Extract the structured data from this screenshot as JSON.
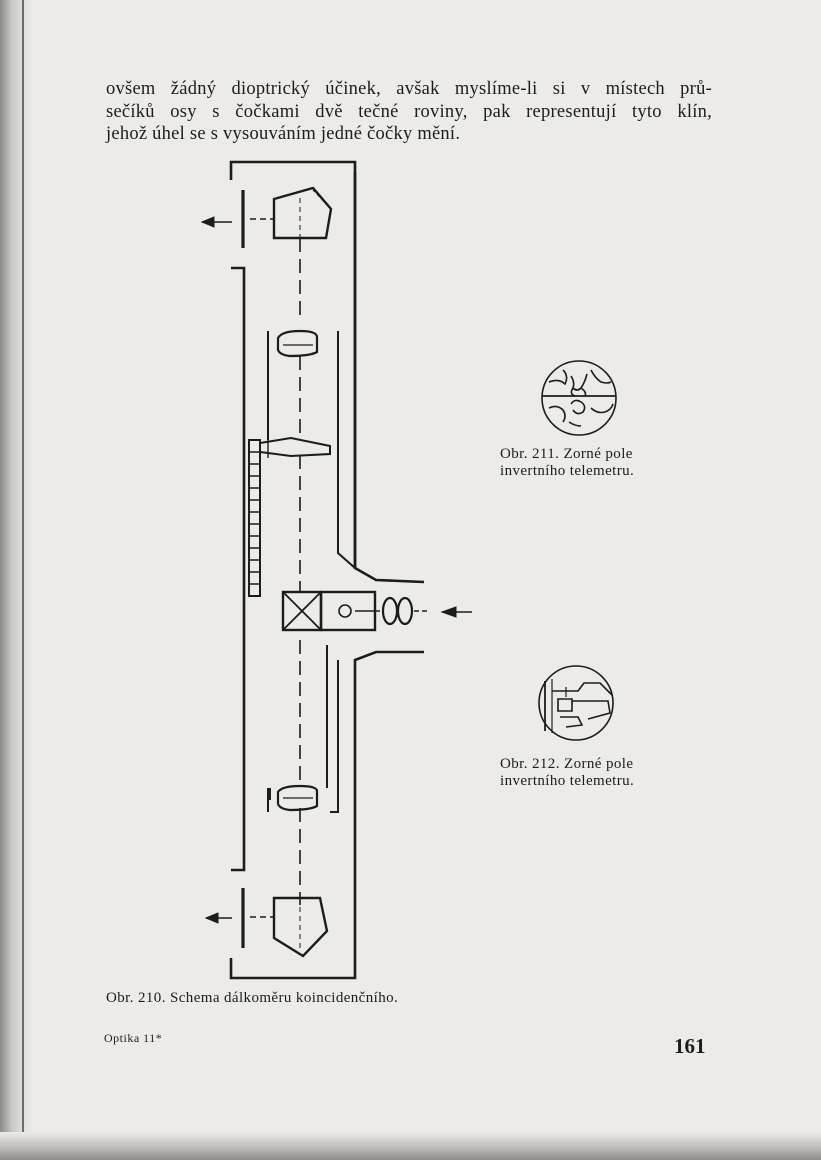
{
  "body_text": {
    "line1": "ovšem žádný dioptrický účinek, avšak myslíme-li si v místech prů-",
    "line2": "sečíků osy s čočkami dvě tečné roviny, pak representují tyto klín,",
    "line3": "jehož úhel se s vysouváním jedné čočky mění."
  },
  "figures": {
    "fig210_caption": "Obr. 210. Schema dálkoměru koincidenčního.",
    "fig211_caption_line1": "Obr. 211. Zorné pole",
    "fig211_caption_line2": "invertního telemetru.",
    "fig212_caption_line1": "Obr. 212. Zorné pole",
    "fig212_caption_line2": "invertního telemetru."
  },
  "footer": {
    "signature": "Optika 11*",
    "page_number": "161"
  }
}
